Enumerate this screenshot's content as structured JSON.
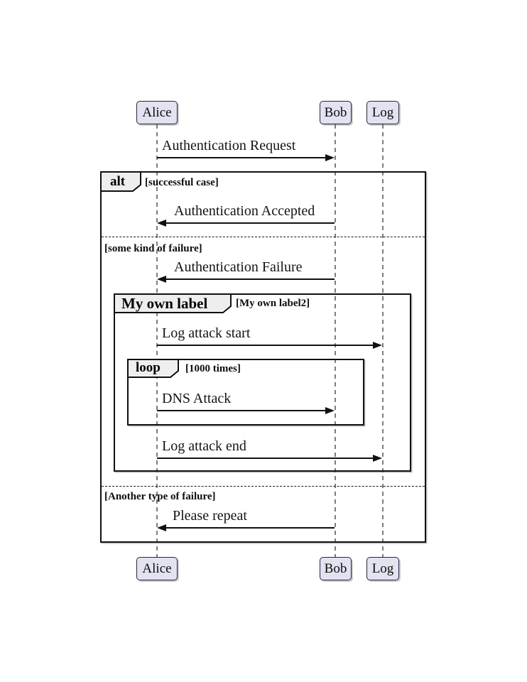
{
  "diagram_type": "uml-sequence-diagram",
  "colors": {
    "background": "#FFFFFF",
    "participant_fill": "#E2E2F0",
    "participant_border": "#26263C",
    "fragment_header_fill": "#EEEEEE",
    "frame_border": "#101010",
    "lifeline": "#7D7D7D",
    "message_line": "#111111"
  },
  "participants": [
    {
      "name": "Alice"
    },
    {
      "name": "Bob"
    },
    {
      "name": "Log"
    }
  ],
  "messages": [
    {
      "label": "Authentication Request",
      "from": "Alice",
      "to": "Bob"
    },
    {
      "label": "Authentication Accepted",
      "from": "Bob",
      "to": "Alice"
    },
    {
      "label": "Authentication Failure",
      "from": "Bob",
      "to": "Alice"
    },
    {
      "label": "Log attack start",
      "from": "Alice",
      "to": "Log"
    },
    {
      "label": "DNS Attack",
      "from": "Alice",
      "to": "Bob"
    },
    {
      "label": "Log attack end",
      "from": "Alice",
      "to": "Log"
    },
    {
      "label": "Please repeat",
      "from": "Bob",
      "to": "Alice"
    }
  ],
  "fragments": {
    "alt": {
      "operator": "alt",
      "guard": "[successful case]",
      "else_guards": [
        "[some kind of failure]",
        "[Another type of failure]"
      ]
    },
    "group": {
      "operator": "My own label",
      "guard": "[My own label2]"
    },
    "loop": {
      "operator": "loop",
      "guard": "[1000 times]"
    }
  }
}
